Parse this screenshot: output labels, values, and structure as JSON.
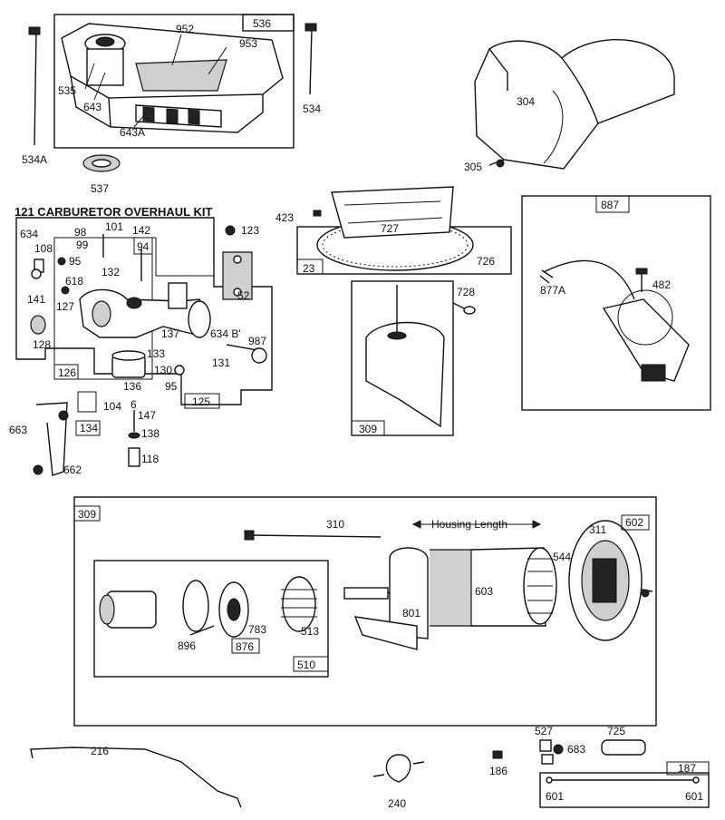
{
  "parts": {
    "p536": "536",
    "p952": "952",
    "p953": "953",
    "p535": "535",
    "p643": "643",
    "p643A": "643A",
    "p534": "534",
    "p534A": "534A",
    "p537": "537",
    "p304": "304",
    "p305": "305",
    "kit_title": "121 CARBURETOR OVERHAUL KIT",
    "p634": "634",
    "p98": "98",
    "p101": "101",
    "p142": "142",
    "p123": "123",
    "p99": "99",
    "p94": "94",
    "p108": "108",
    "p95a": "95",
    "p132": "132",
    "p618": "618",
    "p141": "141",
    "p52": "52",
    "p127": "127",
    "p128": "128",
    "p137": "137",
    "p634B": "634 B'",
    "p987": "987",
    "p133": "133",
    "p136": "136",
    "p130": "130",
    "p131": "131",
    "p126": "126",
    "p95b": "95",
    "p104": "104",
    "p125": "125",
    "p6": "6",
    "p147": "147",
    "p663": "663",
    "p134": "134",
    "p138": "138",
    "p118": "118",
    "p662": "662",
    "p423": "423",
    "p727": "727",
    "p23": "23",
    "p726": "726",
    "p728": "728",
    "p309a": "309",
    "p887": "887",
    "p482": "482",
    "p877A": "877A",
    "p309b": "309",
    "p310": "310",
    "housing_length": "Housing Length",
    "p311": "311",
    "p602": "602",
    "p544": "544",
    "p603": "603",
    "p801": "801",
    "p783": "783",
    "p513": "513",
    "p896": "896",
    "p876": "876",
    "p510": "510",
    "p216": "216",
    "p240": "240",
    "p186": "186",
    "p527": "527",
    "p683": "683",
    "p725": "725",
    "p187": "187",
    "p601a": "601",
    "p601b": "601"
  }
}
